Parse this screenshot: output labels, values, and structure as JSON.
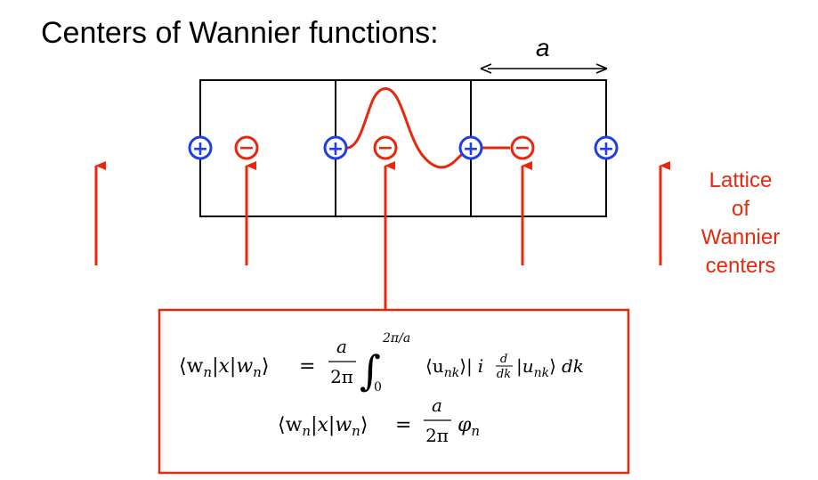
{
  "title": "Centers of Wannier functions:",
  "lattice_label": "a",
  "caption_lines": [
    "Lattice",
    "of",
    "Wannier",
    "centers"
  ],
  "charge_symbols": {
    "positive": "+",
    "negative": "−"
  },
  "colors": {
    "positive": "#1f3fe6",
    "negative": "#e8280d",
    "outline": "#000000"
  },
  "equations": {
    "eq1": {
      "lhs": "⟨w",
      "lhs_sub": "n",
      "lhs_mid": "|x|w",
      "lhs_sub2": "n",
      "lhs_end": "⟩",
      "equals": "=",
      "frac_num": "a",
      "frac_den": "2π",
      "integral": "∫",
      "upper_limit": "2π/a",
      "lower_limit": "0",
      "bra": "⟨u",
      "bra_sub": "nk",
      "bar": "|",
      "op_i": "i",
      "op_num": "d",
      "op_den": "dk",
      "ket": "|u",
      "ket_sub": "nk",
      "ket_end": "⟩",
      "dk": "dk"
    },
    "eq2": {
      "lhs": "⟨w",
      "lhs_sub": "n",
      "lhs_mid": "|x|w",
      "lhs_sub2": "n",
      "lhs_end": "⟩",
      "equals": "=",
      "frac_num": "a",
      "frac_den": "2π",
      "phi": "φ",
      "phi_sub": "n"
    }
  }
}
